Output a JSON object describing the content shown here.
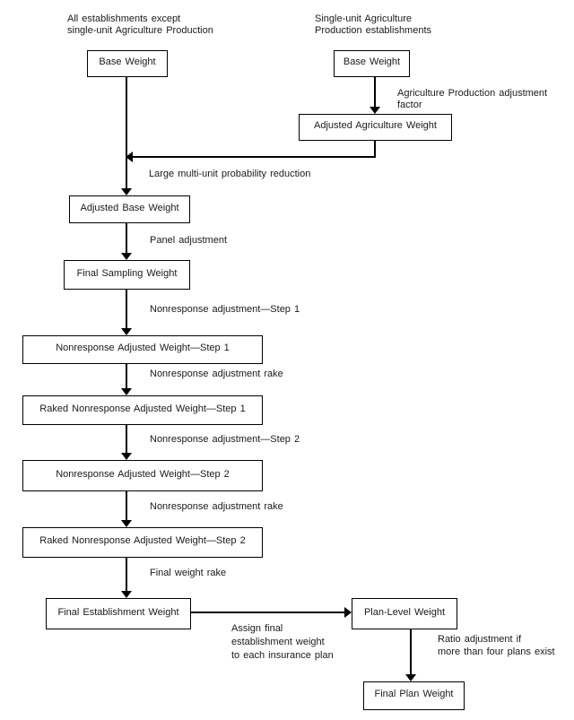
{
  "colors": {
    "background": "#ffffff",
    "line": "#000000",
    "text": "#1a1a1a"
  },
  "notes": {
    "all_establishments": "All establishments except\nsingle-unit Agriculture Production",
    "single_unit_agriculture": "Single-unit Agriculture\nProduction establishments"
  },
  "boxes": {
    "base_weight_left": "Base Weight",
    "base_weight_right": "Base Weight",
    "adjusted_agriculture_weight": "Adjusted Agriculture Weight",
    "adjusted_base_weight": "Adjusted Base Weight",
    "final_sampling_weight": "Final Sampling Weight",
    "nonresponse_adjusted_weight_step1": "Nonresponse Adjusted Weight—Step 1",
    "raked_nonresponse_adjusted_weight_step1": "Raked Nonresponse Adjusted Weight—Step 1",
    "nonresponse_adjusted_weight_step2": "Nonresponse Adjusted Weight—Step 2",
    "raked_nonresponse_adjusted_weight_step2": "Raked Nonresponse Adjusted Weight—Step 2",
    "final_establishment_weight": "Final Establishment Weight",
    "plan_level_weight": "Plan-Level Weight",
    "final_plan_weight": "Final Plan Weight"
  },
  "edge_labels": {
    "agriculture_production_adjustment_factor": "Agriculture Production adjustment factor",
    "large_multi_unit_probability_reduction": "Large multi-unit probability reduction",
    "panel_adjustment": "Panel adjustment",
    "nonresponse_adjustment_step1": "Nonresponse adjustment—Step 1",
    "nonresponse_adjustment_rake_1": "Nonresponse adjustment rake",
    "nonresponse_adjustment_step2": "Nonresponse adjustment—Step 2",
    "nonresponse_adjustment_rake_2": "Nonresponse adjustment rake",
    "final_weight_rake": "Final weight rake",
    "assign_final_establishment_weight": "Assign final\nestablishment weight\nto each insurance plan",
    "ratio_adjustment": "Ratio adjustment if\nmore than four plans exist"
  }
}
